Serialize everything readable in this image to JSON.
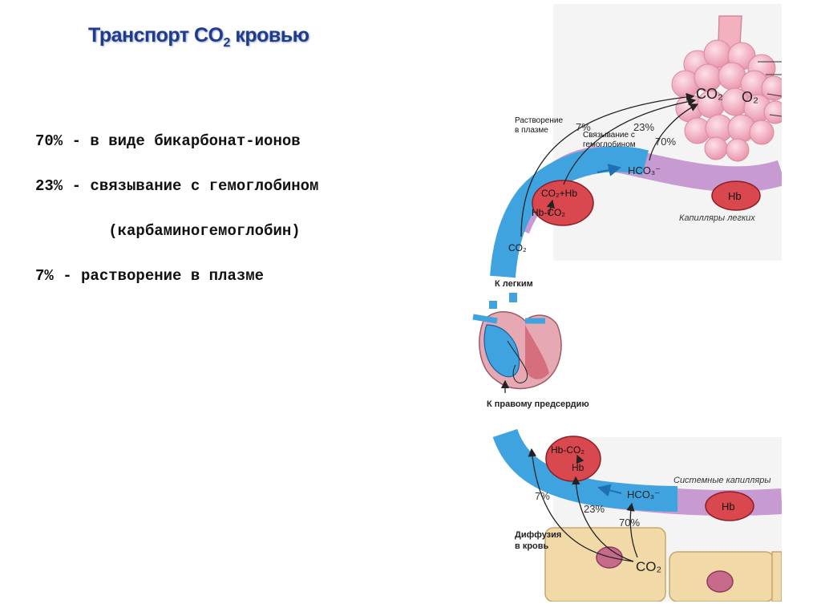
{
  "title": {
    "text": "Транспорт CO",
    "sub": "2",
    "tail": " кровью"
  },
  "stats": [
    "70% - в виде бикарбонат-ионов",
    "23% - связывание с гемоглобином",
    "        (карбаминогемоглобин)",
    "7% - растворение в плазме"
  ],
  "diagram": {
    "lungs_co2": "CO₂",
    "lungs_o2": "O₂",
    "top_dissolve_label_1": "Растворение",
    "top_dissolve_label_2": "в плазме",
    "top_bind_label_1": "Связывание с",
    "top_bind_label_2": "гемоглобином",
    "top_pct_7": "7%",
    "top_pct_23": "23%",
    "top_pct_70": "70%",
    "top_hco3": "HCO₃⁻",
    "top_rbc_1": "CO₂+Hb",
    "top_rbc_2": "Hb-CO₂",
    "top_co2": "CO₂",
    "top_hb": "Hb",
    "lung_capillaries": "Капилляры легких",
    "to_lungs": "К легким",
    "to_right_atrium": "К правому предсердию",
    "bottom_rbc_1": "Hb-CO₂",
    "bottom_rbc_2": "Hb",
    "bottom_hco3": "HCO₃⁻",
    "systemic_capillaries": "Системные капилляры",
    "bottom_hb": "Hb",
    "bottom_pct_7": "7%",
    "bottom_pct_23": "23%",
    "bottom_pct_70": "70%",
    "diffusion_1": "Диффузия",
    "diffusion_2": "в кровь",
    "tissue_co2": "CO₂"
  },
  "colors": {
    "title": "#1f3c8c",
    "vessel_blue": "#3fa3e0",
    "vessel_purple": "#c79ad2",
    "rbc_red": "#d9484f",
    "lung_pink": "#f4b8c6",
    "tissue": "#f1d9a8"
  }
}
